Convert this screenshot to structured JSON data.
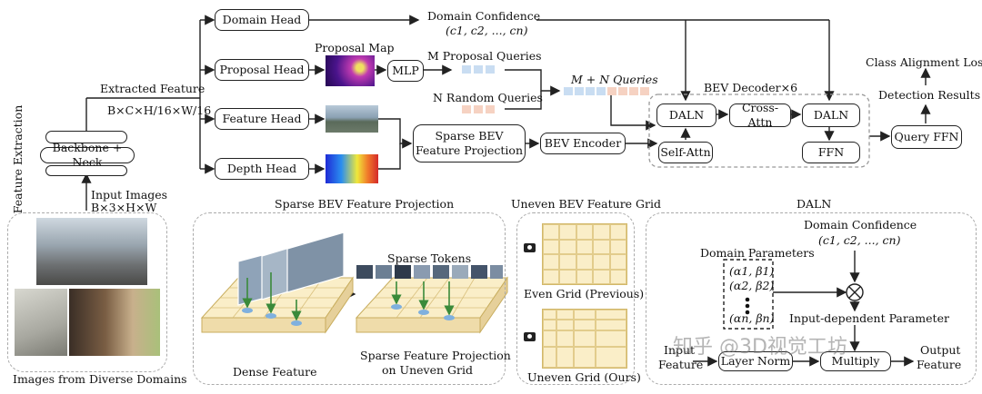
{
  "feature_extraction": "Feature Extraction",
  "backbone_neck": "Backbone + Neck",
  "input_images": {
    "line1": "Input Images",
    "line2": "B×3×H×W"
  },
  "extracted_feature": {
    "line1": "Extracted Feature",
    "line2": "B×C×H/16×W/16"
  },
  "heads": {
    "domain": "Domain Head",
    "proposal": "Proposal Head",
    "feature": "Feature Head",
    "depth": "Depth Head"
  },
  "proposal_map": "Proposal Map",
  "mlp": "MLP",
  "domain_confidence_top": {
    "line1": "Domain Confidence",
    "line2": "(c1, c2, ..., cn)"
  },
  "proposal_queries": "M Proposal Queries",
  "random_queries": "N Random Queries",
  "mn_queries": "M + N Queries",
  "sparse_bev_projection_box": "Sparse BEV Feature Projection",
  "bev_encoder": "BEV Encoder",
  "bev_decoder": "BEV Decoder×6",
  "daln_1": "DALN",
  "cross_attn": "Cross-Attn",
  "daln_2": "DALN",
  "self_attn": "Self-Attn",
  "ffn": "FFN",
  "query_ffn": "Query FFN",
  "detection_results": "Detection Results",
  "class_alignment_loss": "Class Alignment Loss",
  "images_diverse": "Images from Diverse Domains",
  "panel_sparse": {
    "title": "Sparse BEV Feature Projection",
    "sparse_tokens": "Sparse Tokens",
    "dense_feature": "Dense Feature",
    "sparse_proj_line1": "Sparse Feature Projection",
    "sparse_proj_line2": "on Uneven Grid"
  },
  "panel_grid": {
    "title": "Uneven BEV Feature Grid",
    "even": "Even Grid (Previous)",
    "uneven": "Uneven Grid (Ours)"
  },
  "panel_daln": {
    "title": "DALN",
    "domain_confidence": "Domain Confidence",
    "domain_confidence_vals": "(c1, c2, ..., cn)",
    "domain_parameters": "Domain Parameters",
    "param_1": "(α1, β1)",
    "param_2": "(α2, β2)",
    "param_n": "(αn, βn)",
    "input_dependent": "Input-dependent Parameter",
    "input_feature_1": "Input",
    "input_feature_2": "Feature",
    "layer_norm": "Layer Norm",
    "multiply": "Multiply",
    "output_feature_1": "Output",
    "output_feature_2": "Feature"
  },
  "watermark": "知乎 @3D视觉工坊",
  "colors": {
    "grid_fill": "#faeec8",
    "query_blue": "#c9ddf2",
    "query_peach": "#f6d2c2",
    "arrow_green": "#3a8a3a"
  }
}
